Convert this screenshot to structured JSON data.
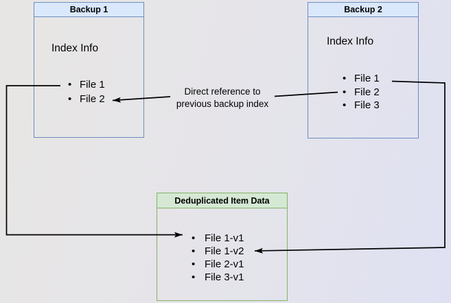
{
  "boxes": {
    "backup1": {
      "title": "Backup 1",
      "subtitle": "Index Info",
      "items": [
        "File 1",
        "File 2"
      ]
    },
    "backup2": {
      "title": "Backup 2",
      "subtitle": "Index Info",
      "items": [
        "File 1",
        "File 2",
        "File 3"
      ]
    },
    "dedup": {
      "title": "Deduplicated Item Data",
      "items": [
        "File 1-v1",
        "File 1-v2",
        "File 2-v1",
        "File 3-v1"
      ]
    }
  },
  "labels": {
    "direct_reference_line1": "Direct reference to",
    "direct_reference_line2": "previous backup index"
  },
  "icons": {
    "bullet": "•"
  },
  "colors": {
    "blue_fill": "#dae8fc",
    "blue_border": "#6c8ebf",
    "green_fill": "#d5e8d4",
    "green_border": "#82b366",
    "arrow": "#000000",
    "text": "#000000",
    "background_left": "#e8e6e4",
    "background_right": "#dfe1f3"
  }
}
